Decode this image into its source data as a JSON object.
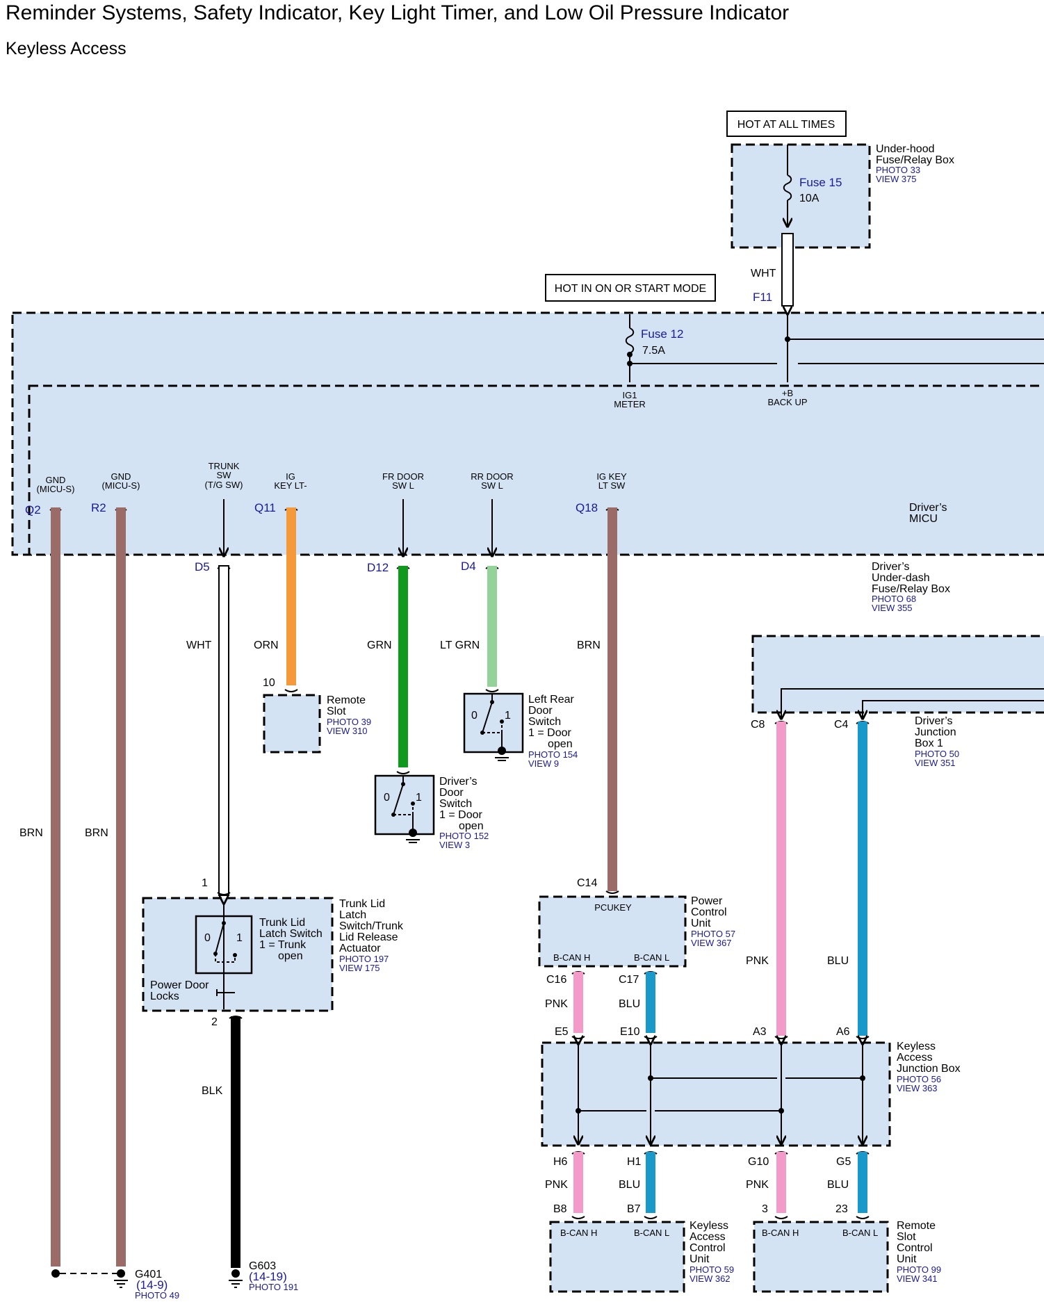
{
  "title": "Reminder Systems, Safety Indicator, Key Light Timer, and Low Oil Pressure Indicator",
  "subtitle": "Keyless Access",
  "colors": {
    "box_fill": "#d3e3f4",
    "label_blue": "#1a1a9a",
    "BRN": "#9b6b68",
    "ORN": "#f49a3a",
    "GRN": "#0f9a1e",
    "LT_GRN": "#93d39a",
    "PNK": "#f49ac8",
    "BLU": "#1899c9",
    "BLK": "#000000",
    "WHT": "#ffffff"
  },
  "power": {
    "hot_all_times": "HOT AT ALL TIMES",
    "hot_on_start": "HOT IN ON OR START MODE"
  },
  "underhood": {
    "name_1": "Under-hood",
    "name_2": "Fuse/Relay Box",
    "photo": "PHOTO 33",
    "view": "VIEW 375",
    "fuse": "Fuse 15",
    "rating": "10A",
    "wire": "WHT",
    "conn": "F11"
  },
  "micu": {
    "fuse": "Fuse 12",
    "rating": "7.5A",
    "ig1_1": "IG1",
    "ig1_2": "METER",
    "b_1": "+B",
    "b_2": "BACK UP",
    "name_1": "Driver’s",
    "name_2": "MICU",
    "box_1": "Driver’s",
    "box_2": "Under-dash",
    "box_3": "Fuse/Relay Box",
    "box_photo": "PHOTO 68",
    "box_view": "VIEW 355",
    "pins": {
      "gnd1_1": "GND",
      "gnd1_2": "(MICU-S)",
      "gnd1_conn": "Q2",
      "gnd2_1": "GND",
      "gnd2_2": "(MICU-S)",
      "gnd2_conn": "R2",
      "trunk_1": "TRUNK",
      "trunk_2": "SW",
      "trunk_3": "(T/G SW)",
      "trunk_conn": "D5",
      "ig_1": "IG",
      "ig_2": "KEY LT-",
      "ig_conn": "Q11",
      "fr_1": "FR DOOR",
      "fr_2": "SW L",
      "fr_conn": "D12",
      "rr_1": "RR DOOR",
      "rr_2": "SW L",
      "rr_conn": "D4",
      "igk_1": "IG KEY",
      "igk_2": "LT SW",
      "igk_conn": "Q18"
    }
  },
  "wires": {
    "brn": "BRN",
    "wht": "WHT",
    "orn": "ORN",
    "grn": "GRN",
    "ltgrn": "LT GRN",
    "pnk": "PNK",
    "blu": "BLU",
    "blk": "BLK"
  },
  "remote_slot": {
    "pin": "10",
    "name_1": "Remote",
    "name_2": "Slot",
    "photo": "PHOTO 39",
    "view": "VIEW 310"
  },
  "left_rear_door": {
    "name_1": "Left Rear",
    "name_2": "Door",
    "name_3": "Switch",
    "name_4": "1 = Door",
    "name_5": "open",
    "photo": "PHOTO 154",
    "view": "VIEW 9",
    "s0": "0",
    "s1": "1"
  },
  "drivers_door": {
    "name_1": "Driver’s",
    "name_2": "Door",
    "name_3": "Switch",
    "name_4": "1 = Door",
    "name_5": "open",
    "photo": "PHOTO 152",
    "view": "VIEW 3",
    "s0": "0",
    "s1": "1"
  },
  "trunk_latch": {
    "pin_top": "1",
    "pin_bottom": "2",
    "name_1": "Trunk Lid",
    "name_2": "Latch",
    "name_3": "Switch/Trunk",
    "name_4": "Lid Release",
    "name_5": "Actuator",
    "photo": "PHOTO 197",
    "view": "VIEW 175",
    "sw_1": "Trunk Lid",
    "sw_2": "Latch Switch",
    "sw_3": "1 = Trunk",
    "sw_4": "open",
    "pdl_1": "Power Door",
    "pdl_2": "Locks",
    "s0": "0",
    "s1": "1"
  },
  "junction_box_1": {
    "name_1": "Driver’s",
    "name_2": "Junction",
    "name_3": "Box 1",
    "photo": "PHOTO 50",
    "view": "VIEW 351",
    "c8": "C8",
    "c4": "C4"
  },
  "pcu": {
    "conn": "C14",
    "pin": "PCUKEY",
    "name_1": "Power",
    "name_2": "Control",
    "name_3": "Unit",
    "photo": "PHOTO 57",
    "view": "VIEW 367",
    "canh": "B-CAN H",
    "canl": "B-CAN L",
    "c16": "C16",
    "c17": "C17"
  },
  "kajb": {
    "name_1": "Keyless",
    "name_2": "Access",
    "name_3": "Junction Box",
    "photo": "PHOTO 56",
    "view": "VIEW 363",
    "e5": "E5",
    "e10": "E10",
    "a3": "A3",
    "a6": "A6",
    "h6": "H6",
    "h1": "H1",
    "g10": "G10",
    "g5": "G5"
  },
  "kacu": {
    "b8": "B8",
    "b7": "B7",
    "canh": "B-CAN H",
    "canl": "B-CAN L",
    "name_1": "Keyless",
    "name_2": "Access",
    "name_3": "Control",
    "name_4": "Unit",
    "photo": "PHOTO 59",
    "view": "VIEW 362"
  },
  "rscu": {
    "p3": "3",
    "p23": "23",
    "canh": "B-CAN H",
    "canl": "B-CAN L",
    "name_1": "Remote",
    "name_2": "Slot",
    "name_3": "Control",
    "name_4": "Unit",
    "photo": "PHOTO 99",
    "view": "VIEW 341"
  },
  "grounds": {
    "g401": "G401",
    "g401_ref": "(14-9)",
    "g401_photo": "PHOTO 49",
    "g603": "G603",
    "g603_ref": "(14-19)",
    "g603_photo": "PHOTO 191"
  }
}
